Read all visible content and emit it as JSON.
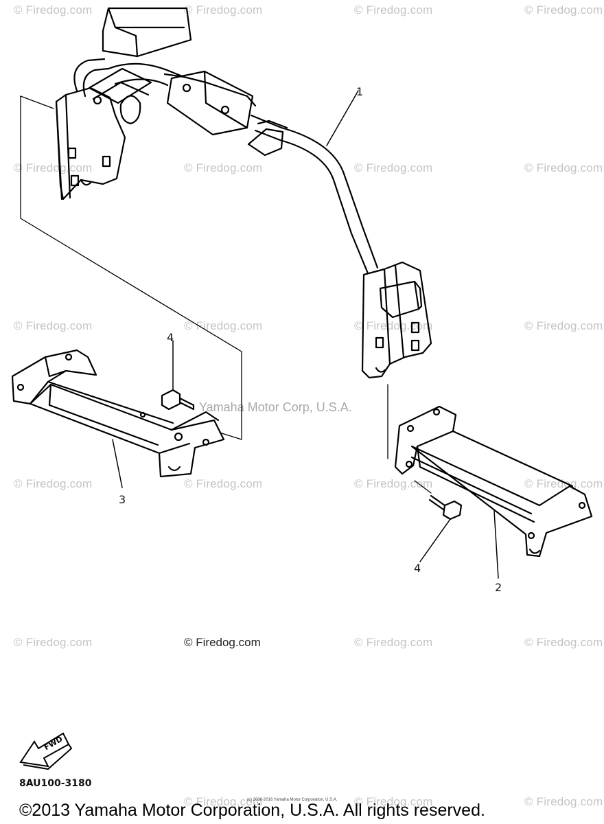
{
  "watermark": {
    "text": "© Firedog.com",
    "center_text": "© Firedog.com",
    "color": "#c4c4c4"
  },
  "yamaha_watermark": "Yamaha Motor Corp, U.S.A.",
  "callouts": {
    "part1": "1",
    "part2": "2",
    "part3": "3",
    "part4_left": "4",
    "part4_right": "4"
  },
  "fwd_label": "FWD",
  "part_number": "8AU100-3180",
  "tiny_notice": "(c) 2006-2016 Yamaha Motor Corporation, U.S.A.",
  "copyright": "©2013 Yamaha Motor Corporation, U.S.A. All rights reserved."
}
